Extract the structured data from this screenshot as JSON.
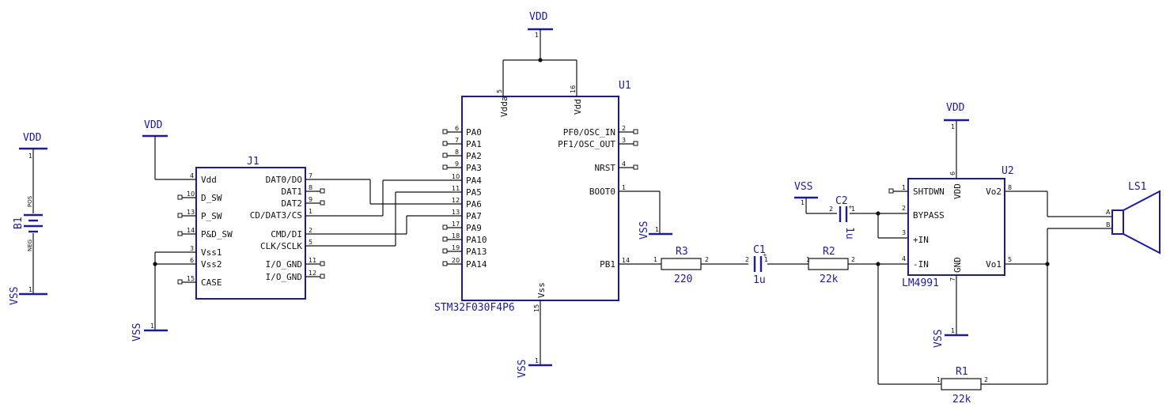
{
  "nets": {
    "vdd": "VDD",
    "vss": "VSS"
  },
  "b1": {
    "ref": "B1",
    "pos": "POS",
    "neg": "NEG"
  },
  "j1": {
    "ref": "J1",
    "pins_left": [
      "Vdd",
      "D_SW",
      "P_SW",
      "P&D_SW",
      "Vss1",
      "Vss2",
      "CASE"
    ],
    "pins_left_nums": [
      "4",
      "10",
      "13",
      "14",
      "3",
      "6",
      "15"
    ],
    "pins_right": [
      "DAT0/DO",
      "DAT1",
      "DAT2",
      "CD/DAT3/CS",
      "CMD/DI",
      "CLK/SCLK",
      "I/O_GND",
      "I/O_GND"
    ],
    "pins_right_nums": [
      "7",
      "8",
      "9",
      "1",
      "2",
      "5",
      "11",
      "12"
    ]
  },
  "u1": {
    "ref": "U1",
    "value": "STM32F030F4P6",
    "top_pins": [
      "Vdda",
      "Vdd"
    ],
    "top_nums": [
      "5",
      "16"
    ],
    "bottom_pin": "Vss",
    "bottom_num": "15",
    "pins_left": [
      "PA0",
      "PA1",
      "PA2",
      "PA3",
      "PA4",
      "PA5",
      "PA6",
      "PA7",
      "PA9",
      "PA10",
      "PA13",
      "PA14"
    ],
    "pins_left_nums": [
      "6",
      "7",
      "8",
      "9",
      "10",
      "11",
      "12",
      "13",
      "17",
      "18",
      "19",
      "20"
    ],
    "pins_right": [
      "PF0/OSC_IN",
      "PF1/OSC_OUT",
      "NRST",
      "BOOT0",
      "PB1"
    ],
    "pins_right_nums": [
      "2",
      "3",
      "4",
      "1",
      "14"
    ]
  },
  "r3": {
    "ref": "R3",
    "value": "220"
  },
  "c1": {
    "ref": "C1",
    "value": "1u"
  },
  "r2": {
    "ref": "R2",
    "value": "22k"
  },
  "c2": {
    "ref": "C2",
    "value": "1u"
  },
  "r1": {
    "ref": "R1",
    "value": "22k"
  },
  "u2": {
    "ref": "U2",
    "value": "LM4991",
    "pins_left": [
      "SHTDWN",
      "BYPASS",
      "+IN",
      "-IN"
    ],
    "pins_left_nums": [
      "1",
      "2",
      "3",
      "4"
    ],
    "pin_vdd": "VDD",
    "pin_vdd_num": "6",
    "pin_gnd": "GND",
    "pin_gnd_num": "7",
    "pins_right": [
      "Vo2",
      "Vo1"
    ],
    "pins_right_nums": [
      "8",
      "5"
    ]
  },
  "ls1": {
    "ref": "LS1",
    "pin_a": "A",
    "pin_b": "B"
  },
  "pin_nums_2term": {
    "p1": "1",
    "p2": "2"
  }
}
